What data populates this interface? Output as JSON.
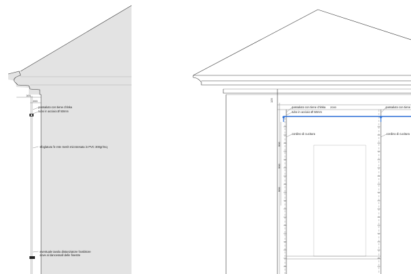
{
  "left_section": {
    "dim_top": "100",
    "dim_second": "200",
    "notes": [
      "passaluto con tiene chlnka",
      "tubo in acciaio Ø 50mm",
      "sfoglatura fe rete mesh microtesata in PVC 300gr/mq",
      "eventuale tavola distanziatore l'ambitore",
      "dove al dancessall delle finestre"
    ]
  },
  "right_section": {
    "dim_left_top": "125",
    "dim_span": "2000",
    "notes": {
      "passaluto_left": "passaluto con tiene chlnka",
      "tubo": "tubo in acciaio Ø 50mm",
      "passaluto_right": "passaluto con tiene",
      "cordino_left": "cordino di cucitura",
      "cordino_right": "cordino di cucitura"
    },
    "vertical_dims": [
      "500",
      "500",
      "500"
    ]
  },
  "colors": {
    "wall_fill": "#e3e3e3",
    "pipe_blue": "#2b6fd6",
    "line": "#333333"
  }
}
